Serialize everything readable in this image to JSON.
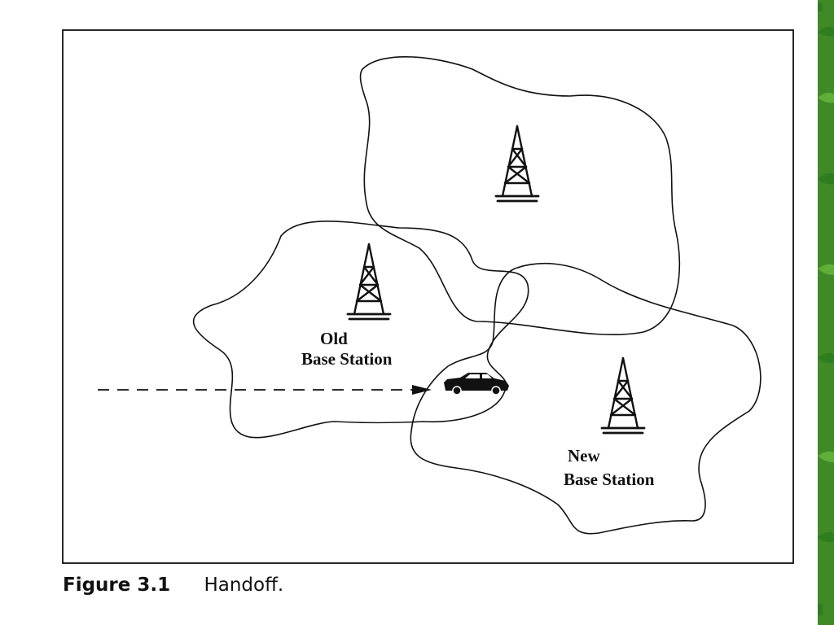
{
  "diagram": {
    "old_station_label": [
      "Old",
      "Base Station"
    ],
    "new_station_label": [
      "New",
      "Base Station"
    ]
  },
  "caption": {
    "number": "Figure 3.1",
    "title": "Handoff."
  },
  "theme": {
    "leaf_green": "#2e7d1e",
    "leaf_light": "#5fae3a",
    "line_color": "#111111"
  }
}
